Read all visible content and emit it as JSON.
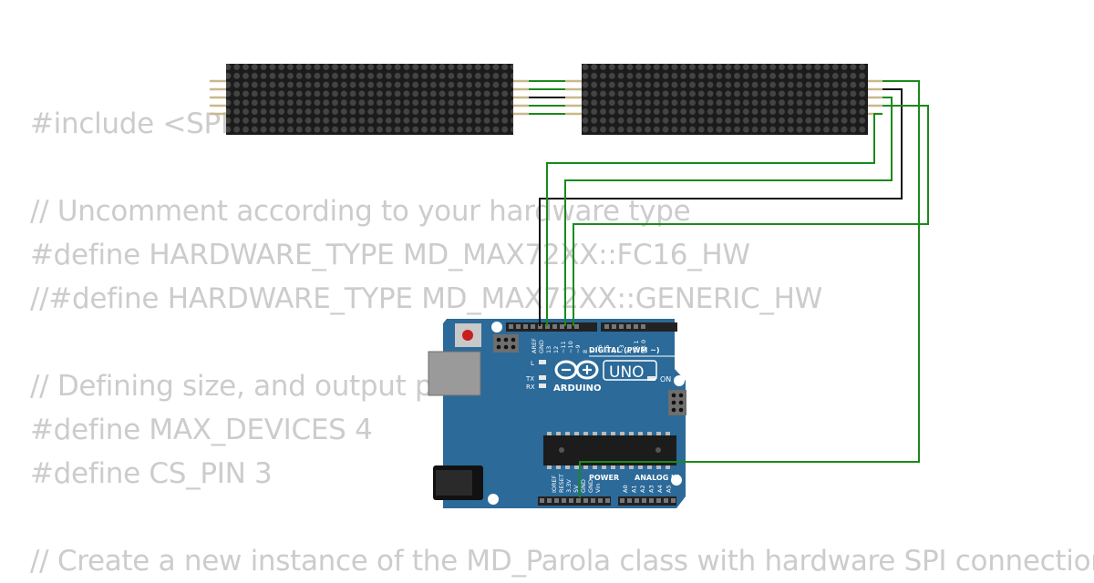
{
  "code_lines": [
    "#include <SPI.h>",
    "",
    "// Uncomment according to your hardware type",
    "#define HARDWARE_TYPE MD_MAX72XX::FC16_HW",
    "//#define HARDWARE_TYPE MD_MAX72XX::GENERIC_HW",
    "",
    "// Defining size, and output pins",
    "#define MAX_DEVICES 4",
    "#define CS_PIN 3",
    "",
    "// Create a new instance of the MD_Parola class with hardware SPI connection"
  ],
  "board": {
    "name": "UNO",
    "brand": "ARDUINO",
    "digital_header": "DIGITAL (PWM ~)",
    "power_header": "POWER",
    "analog_header": "ANALOG IN",
    "on_label": "ON",
    "l_label": "L",
    "tx_label": "TX",
    "rx_label": "RX",
    "digital_pins": [
      "AREF",
      "GND",
      "13",
      "12",
      "~11",
      "~10",
      "~9",
      "8",
      "7",
      "~6",
      "~5",
      "4",
      "~3",
      "2",
      "TX 1",
      "RX 0"
    ],
    "power_pins": [
      "IOREF",
      "RESET",
      "3.3V",
      "5V",
      "GND",
      "GND",
      "Vin"
    ],
    "analog_pins": [
      "A0",
      "A1",
      "A2",
      "A3",
      "A4",
      "A5"
    ]
  },
  "colors": {
    "board": "#2b6a99",
    "wire_green": "#1a8a1a",
    "wire_black": "#111111",
    "matrix": "#1b1b1b",
    "code_text": "#cccccc"
  }
}
